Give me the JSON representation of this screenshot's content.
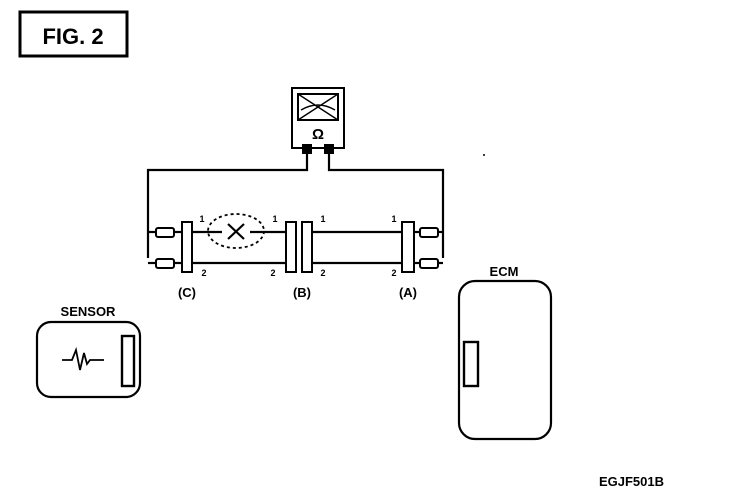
{
  "figure": {
    "label": "FIG. 2"
  },
  "meter": {
    "symbol": "Ω"
  },
  "connectors": {
    "c": "(C)",
    "b": "(B)",
    "a": "(A)"
  },
  "pins": {
    "one": "1",
    "two": "2"
  },
  "sensor": {
    "label": "SENSOR"
  },
  "ecm": {
    "label": "ECM"
  },
  "code": "EGJF501B"
}
